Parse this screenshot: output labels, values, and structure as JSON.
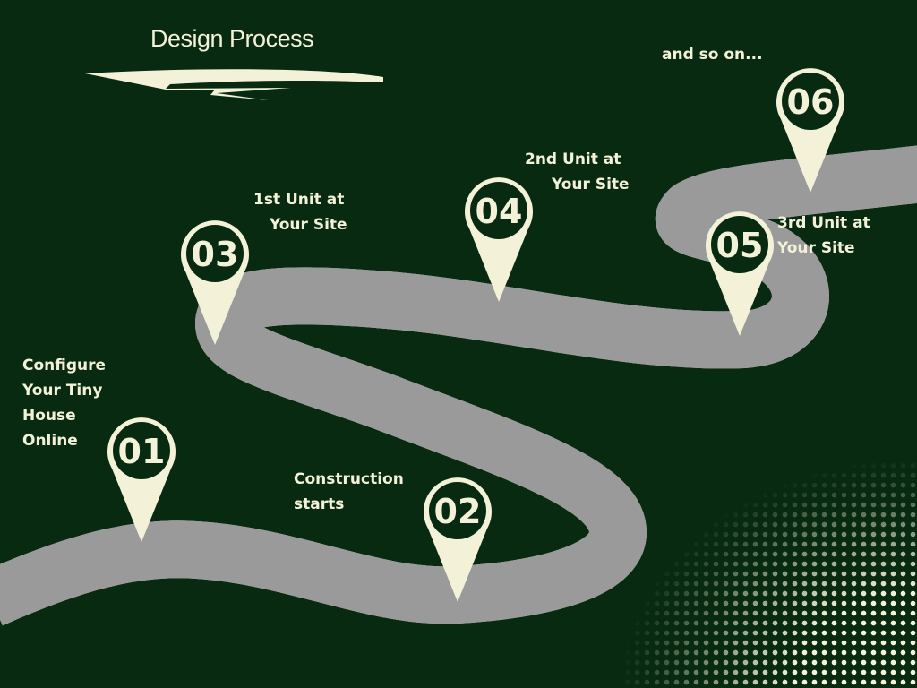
{
  "title": "Design Process",
  "steps": [
    {
      "number": "01",
      "label_lines": [
        "Configure",
        "Your Tiny",
        "House",
        "Online"
      ]
    },
    {
      "number": "02",
      "label_lines": [
        "Construction",
        "starts"
      ]
    },
    {
      "number": "03",
      "label_lines": [
        "1st Unit at",
        "Your Site"
      ]
    },
    {
      "number": "04",
      "label_lines": [
        "2nd Unit at",
        "Your Site"
      ]
    },
    {
      "number": "05",
      "label_lines": [
        "3rd Unit at",
        "Your Site"
      ]
    },
    {
      "number": "06",
      "label_lines": [
        "and so on..."
      ]
    }
  ],
  "colors": {
    "background": "#072a10",
    "accent": "#f3f1d8",
    "road": "#2e2c3e",
    "road_edge": "#e8e8e8",
    "road_shadow": "#9a9a9a"
  }
}
